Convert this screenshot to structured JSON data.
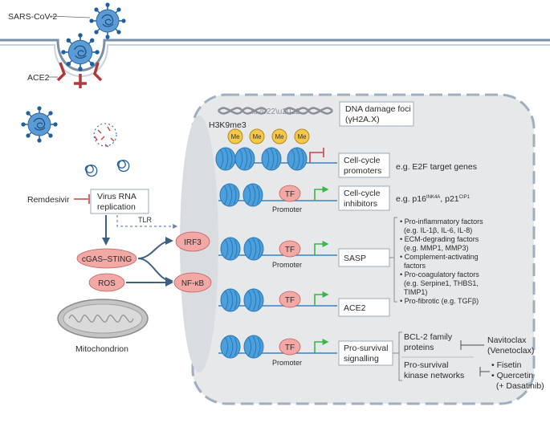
{
  "labels": {
    "virus": "SARS-CoV-2",
    "ace2_receptor": "ACE2",
    "remdesivir": "Remdesivir",
    "virus_rna_1": "Virus RNA",
    "virus_rna_2": "replication",
    "tlr": "TLR",
    "cgas_sting": "cGAS–STING",
    "ros": "ROS",
    "irf3": "IRF3",
    "nfkb": "NF-κB",
    "mitochondrion": "Mitochondrion",
    "dna_damage_1": "DNA damage foci",
    "dna_damage_2": "(γH2A.X)",
    "h3k9me3": "H3K9me3",
    "me": "Me",
    "tf": "TF",
    "promoter": "Promoter"
  },
  "gene_rows": [
    {
      "box_lines": [
        "Cell-cycle",
        "promoters"
      ],
      "note": "e.g. E2F target genes"
    },
    {
      "box_lines": [
        "Cell-cycle",
        "inhibitors"
      ],
      "note_parts": [
        "e.g. p16",
        "INK4A",
        ", p21",
        "CIP1"
      ]
    },
    {
      "box_lines": [
        "SASP"
      ]
    },
    {
      "box_lines": [
        "ACE2"
      ]
    },
    {
      "box_lines": [
        "Pro-survival",
        "signalling"
      ]
    }
  ],
  "sasp_list": [
    "• Pro-inflammatory factors",
    "  (e.g. IL-1β, IL-6, IL-8)",
    "• ECM-degrading factors",
    "  (e.g. MMP1, MMP3)",
    "• Complement-activating",
    "  factors",
    "• Pro-coagulatory factors",
    "  (e.g. Serpine1, THBS1,",
    "  TIMP1)",
    "• Pro-fibrotic (e.g. TGFβ)"
  ],
  "survival": {
    "bcl2_lines": [
      "BCL-2 family",
      "proteins"
    ],
    "kinase_lines": [
      "Pro-survival",
      "kinase networks"
    ],
    "navitoclax_lines": [
      "Navitoclax",
      "(Venetoclax)"
    ],
    "drugs": [
      "• Fisetin",
      "• Quercetin",
      "  (+ Dasatinib)"
    ]
  },
  "colors": {
    "virus": "#5a9bd5",
    "spike": "#1f5f9f",
    "nucleosome": "#4a9fdc",
    "pill": "#f2a9a6",
    "nucleus_fill": "#e6e8ea",
    "activation_arrow": "#3ab54a",
    "repression": "#c64545"
  },
  "icons": [
    "virus-icon",
    "ace2-receptor-icon",
    "dna-helix-icon",
    "nucleosome-icon",
    "mitochondrion-icon",
    "rna-fragment-icon"
  ]
}
